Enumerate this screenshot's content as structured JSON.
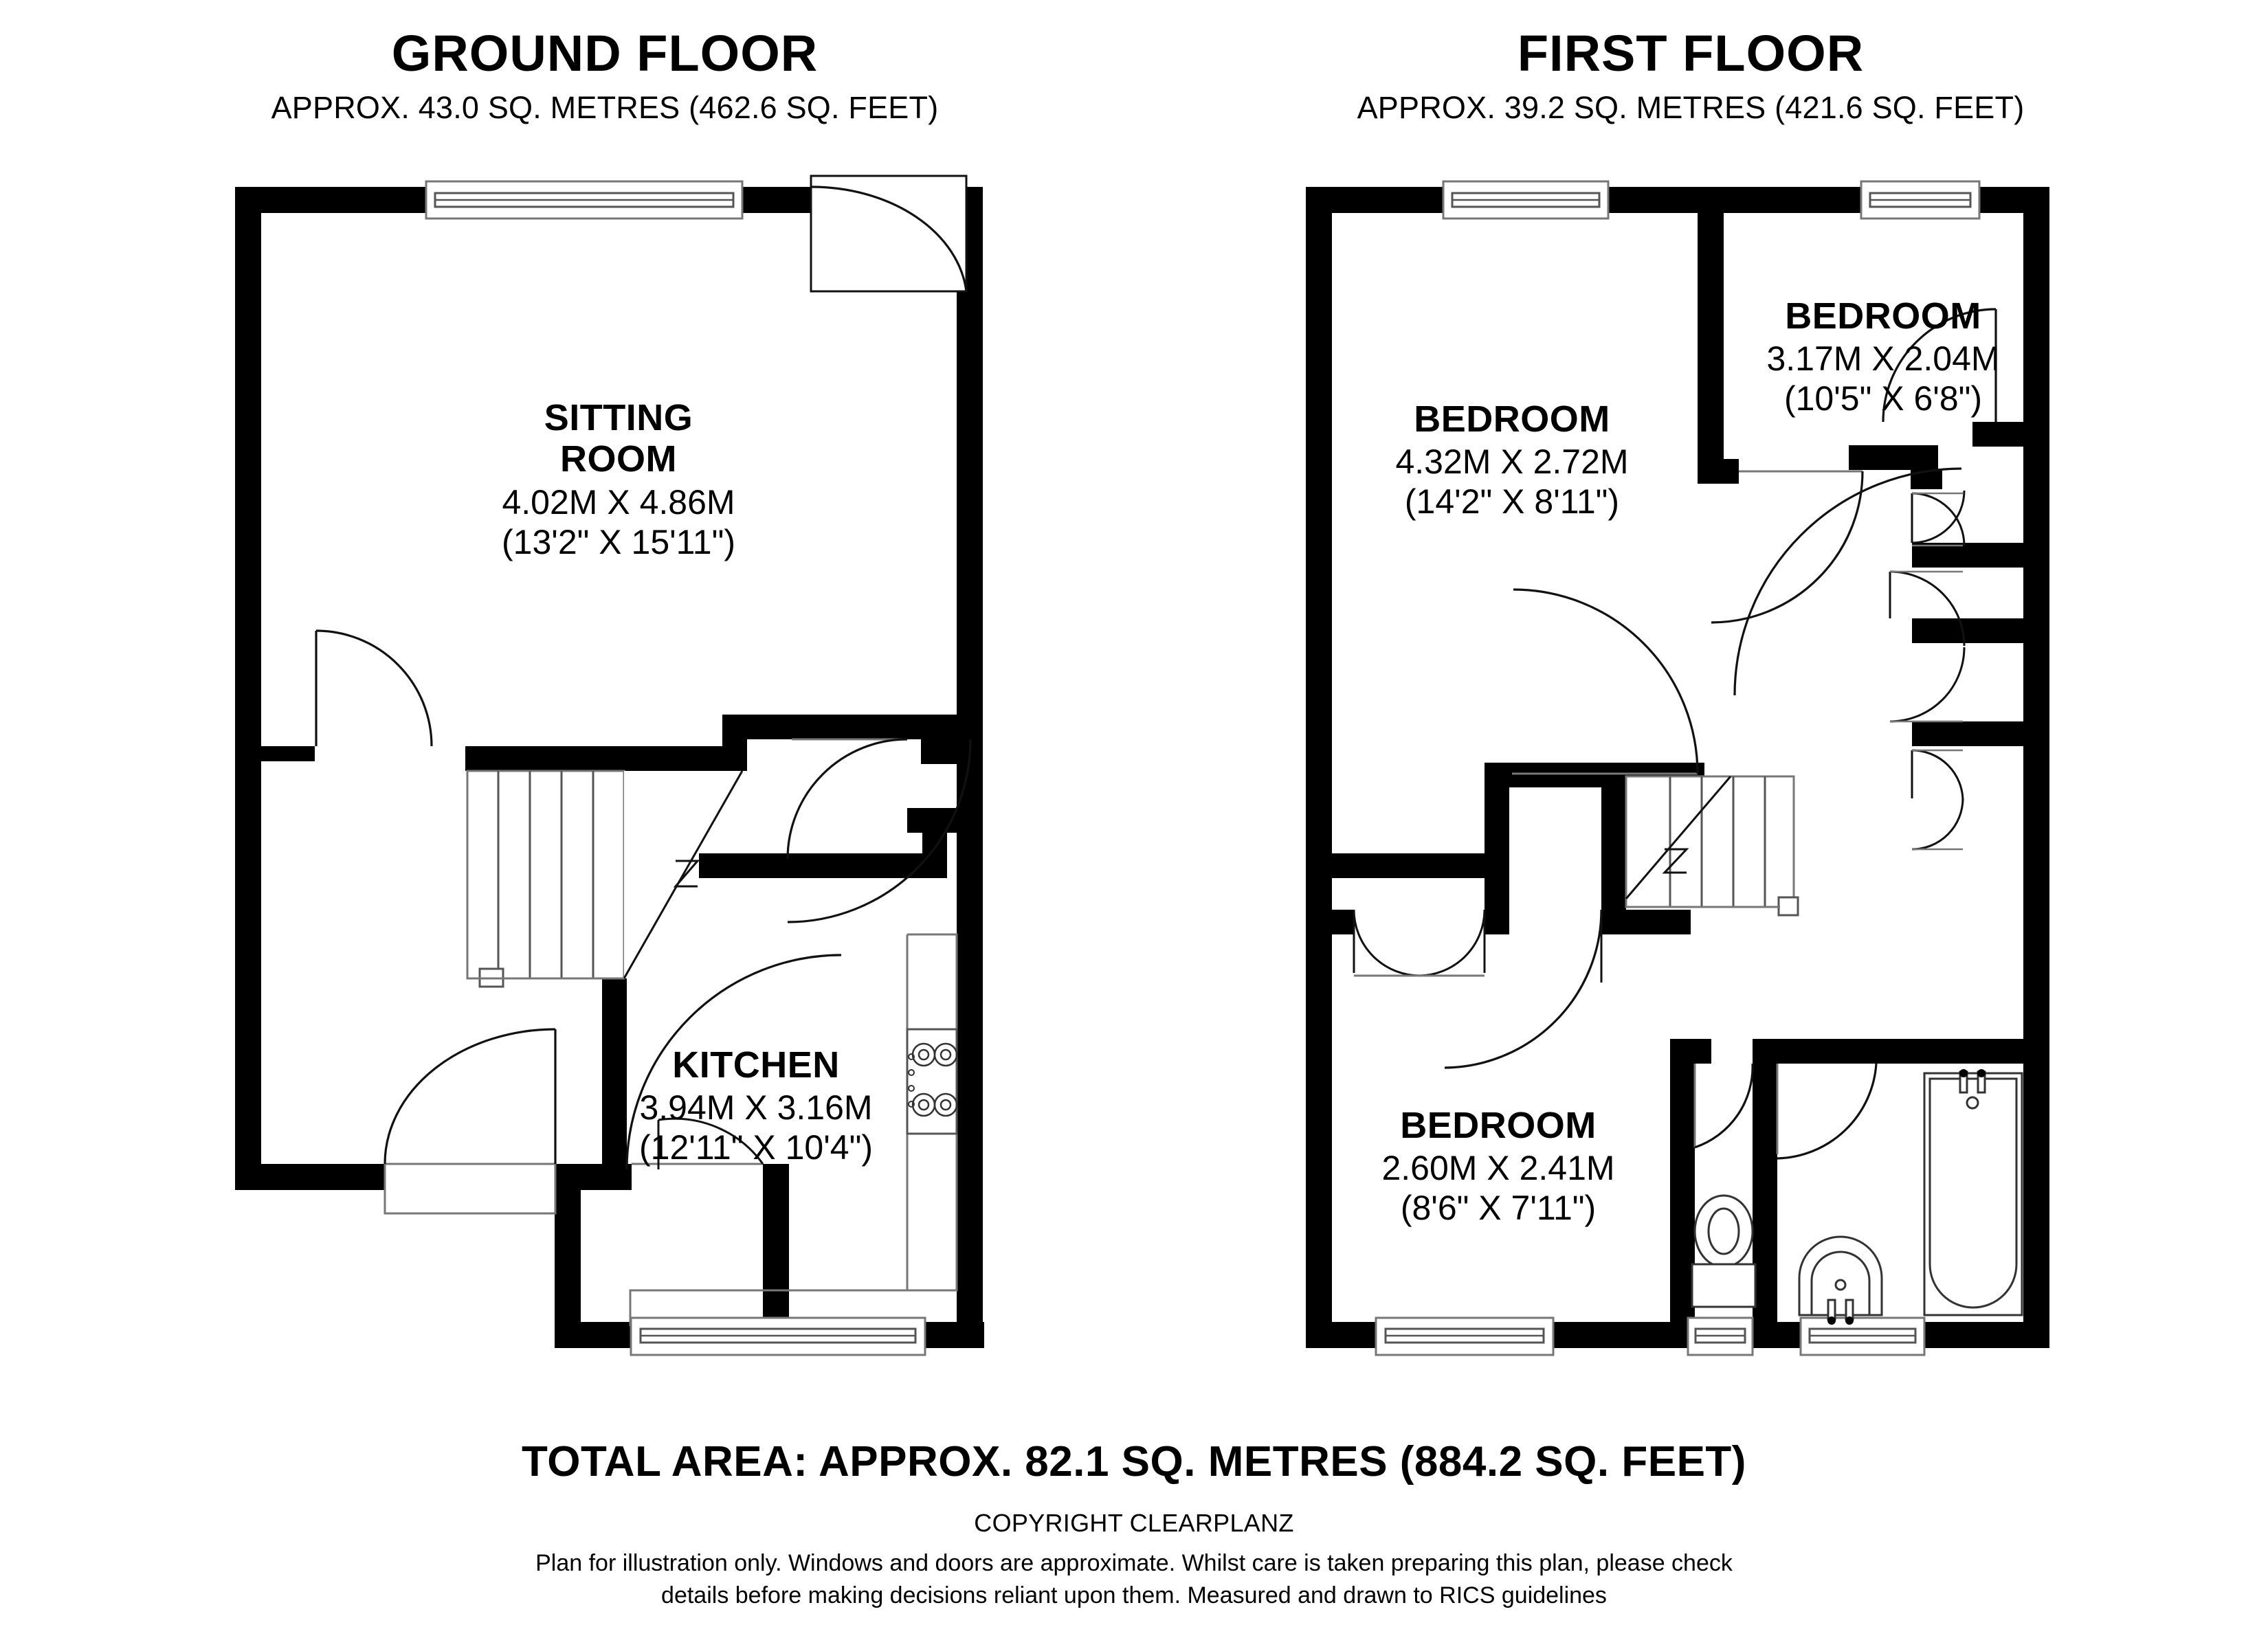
{
  "document": {
    "type": "floor-plan",
    "total_area_line": "TOTAL AREA: APPROX. 82.1 SQ. METRES (884.2 SQ. FEET)",
    "copyright": "COPYRIGHT CLEARPLANZ",
    "disclaimer_line_1": "Plan for illustration only. Windows and doors are approximate. Whilst care is taken preparing this plan, please check",
    "disclaimer_line_2": "details before making decisions reliant upon them. Measured and drawn to RICS guidelines",
    "ink_color": "#000000",
    "paper_color": "#ffffff",
    "fixture_line_color": "#555555"
  },
  "floors": [
    {
      "id": "ground",
      "title": "GROUND FLOOR",
      "subtitle": "APPROX. 43.0 SQ. METRES (462.6 SQ. FEET)",
      "area_sq_m": "43.0",
      "area_sq_ft": "462.6",
      "rooms": [
        {
          "id": "sitting-room",
          "name": "SITTING\nROOM",
          "name_line_1": "SITTING",
          "name_line_2": "ROOM",
          "metric": "4.02M X 4.86M",
          "imperial": "(13'2\" X 15'11\")"
        },
        {
          "id": "kitchen",
          "name": "KITCHEN",
          "metric": "3.94M X 3.16M",
          "imperial": "(12'11\" X 10'4\")"
        }
      ],
      "features": [
        "front-window",
        "front-door",
        "staircase-up",
        "internal-doors",
        "rear-window",
        "side-door",
        "kitchen-units",
        "hob"
      ]
    },
    {
      "id": "first",
      "title": "FIRST FLOOR",
      "subtitle": "APPROX. 39.2 SQ. METRES (421.6 SQ. FEET)",
      "area_sq_m": "39.2",
      "area_sq_ft": "421.6",
      "rooms": [
        {
          "id": "bedroom-1",
          "name": "BEDROOM",
          "metric": "4.32M X 2.72M",
          "imperial": "(14'2\" X 8'11\")"
        },
        {
          "id": "bedroom-2",
          "name": "BEDROOM",
          "metric": "3.17M X 2.04M",
          "imperial": "(10'5\" X 6'8\")"
        },
        {
          "id": "bedroom-3",
          "name": "BEDROOM",
          "metric": "2.60M X 2.41M",
          "imperial": "(8'6\" X 7'11\")"
        }
      ],
      "features": [
        "windows",
        "landing",
        "staircase-down",
        "airing-cupboards",
        "wc",
        "basin",
        "bath",
        "wardrobe-doors"
      ]
    }
  ]
}
